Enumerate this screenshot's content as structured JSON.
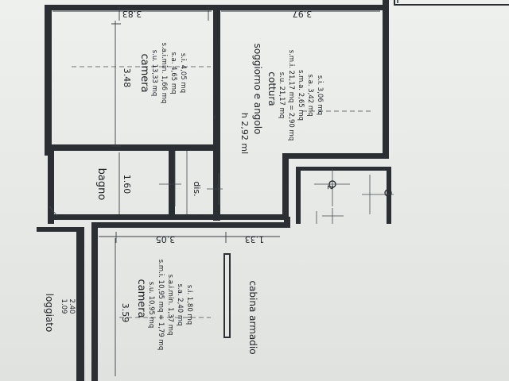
{
  "rooms": {
    "camera_top": {
      "name": "camera",
      "areas": [
        "s.u. 13,33 mq",
        "s.a.i.min. 1,66 mq",
        "s.a. 4,65 mq",
        "s.i. 4,05 mq"
      ],
      "dim_width": "3.83",
      "dim_depth": "3.48"
    },
    "soggiorno": {
      "name_line1": "soggiorno e angolo",
      "name_line2": "cottura",
      "areas": [
        "s.u. 21,17 mq",
        "s.m.i. 21,17 mq = 2,90 mq",
        "s.m.a. 2,65 mq",
        "s.a. 3,42 mq",
        "s.i. 3,06 mq"
      ],
      "dim_width": "3.97",
      "height": "h 2,92 ml"
    },
    "bagno": {
      "name": "bagno",
      "dim": "1.60"
    },
    "dis": {
      "name": "dis."
    },
    "camera_bottom": {
      "name": "camera",
      "areas": [
        "s.u. 10,95 mq",
        "s.m.i. 10,95 mq = 1,79 mq",
        "s.a.i.min. 1,37 mq",
        "s.a. 2,40 mq",
        "s.i. 1,80 mq"
      ],
      "dim_width": "3.05",
      "dim_depth": "3.59",
      "dim_side": "1.33"
    },
    "cabina": {
      "name": "cabina armadio"
    },
    "loggiato": {
      "name": "loggiato",
      "dims": [
        "1.09",
        "2.40"
      ]
    },
    "step_label": "2"
  }
}
